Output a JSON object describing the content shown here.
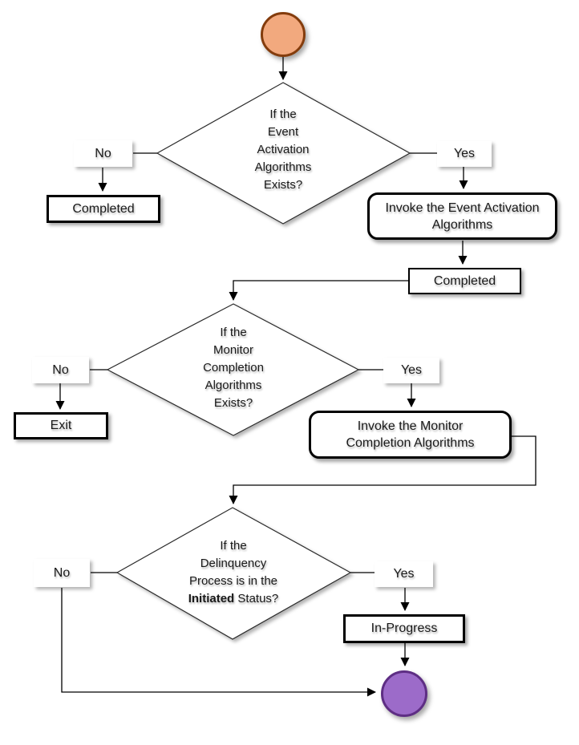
{
  "labels": {
    "no1": "No",
    "yes1": "Yes",
    "no2": "No",
    "yes2": "Yes",
    "no3": "No",
    "yes3": "Yes"
  },
  "processes": {
    "completed1": "Completed",
    "invoke_event": "Invoke the Event Activation Algorithms",
    "completed2": "Completed",
    "exit": "Exit",
    "invoke_monitor": "Invoke the Monitor Completion Algorithms",
    "in_progress": "In-Progress"
  },
  "decisions": {
    "d1": {
      "l1": "If the",
      "l2": "Event",
      "l3": "Activation",
      "l4": "Algorithms",
      "l5": "Exists?"
    },
    "d2": {
      "l1": "If the",
      "l2": "Monitor",
      "l3": "Completion",
      "l4": "Algorithms",
      "l5": "Exists?"
    },
    "d3": {
      "l1": "If the",
      "l2": "Delinquency",
      "l3": "Process is in the",
      "l4_bold": "Initiated",
      "l4_rest": " Status?"
    }
  },
  "colors": {
    "start_fill": "#F2A97E",
    "start_border": "#843C0C",
    "end_fill": "#9C6BC9",
    "end_border": "#5E2E84",
    "line": "#000000",
    "shape_fill": "#FFFFFF"
  }
}
